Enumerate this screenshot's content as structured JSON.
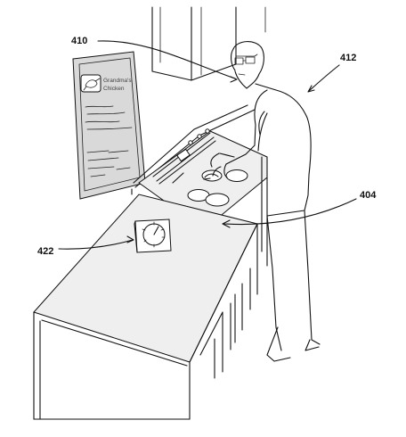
{
  "figure": {
    "reference_labels": {
      "person_view": "410",
      "user": "412",
      "counter_surface": "404",
      "timer_device": "422"
    },
    "recipe_card": {
      "title_line_1": "Grandma's",
      "title_line_2": "Chicken",
      "icon": "chicken-icon"
    },
    "icons": {
      "timer": "kitchen-timer-icon"
    }
  }
}
